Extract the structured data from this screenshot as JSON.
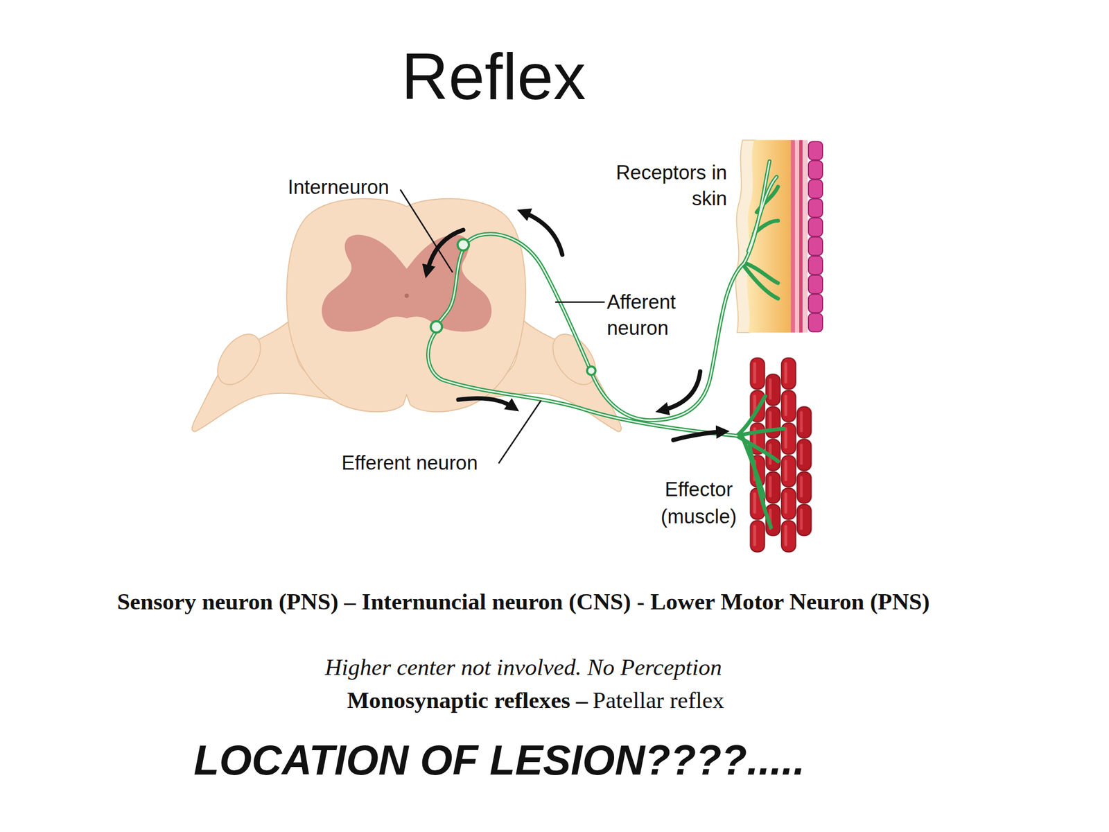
{
  "diagram": {
    "title": "Reflex",
    "labels": [
      "Interneuron",
      "Receptors in skin",
      "Afferent neuron",
      "Efferent neuron",
      "Effector (muscle)",
      "Sensory neuron (PNS) – Internuncial neuron (CNS) - Lower Motor Neuron (PNS)",
      "Higher center not involved. No Perception",
      "Monosynaptic reflexes –",
      "Patellar reflex",
      "LOCATION OF LESION????....."
    ]
  }
}
